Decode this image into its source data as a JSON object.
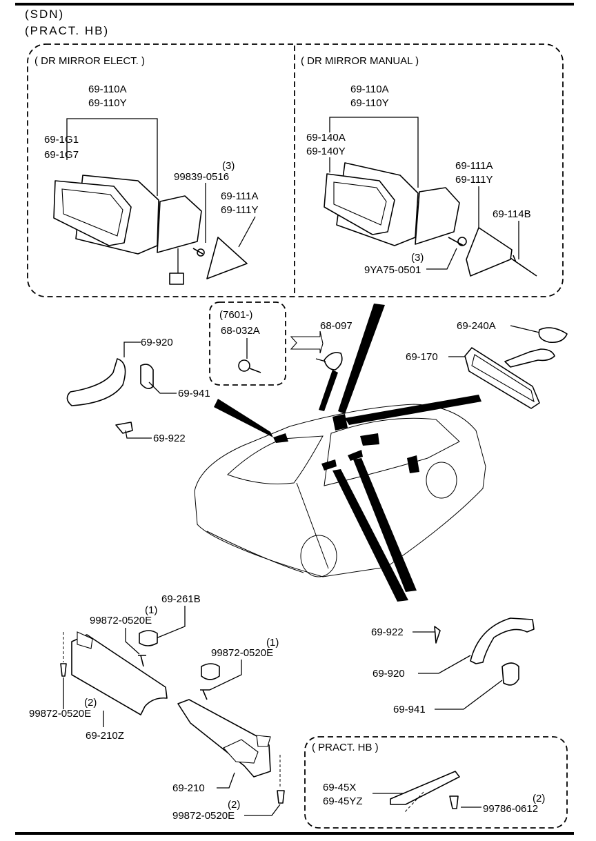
{
  "header": {
    "line1": "(SDN)",
    "line2": "(PRACT. HB)"
  },
  "sections": {
    "elect_title": "( DR MIRROR ELECT. )",
    "manual_title": "( DR MIRROR MANUAL )",
    "code_title": "(7601-)",
    "pract_title": "( PRACT. HB )"
  },
  "labels": {
    "e_110a": "69-110A",
    "e_110y": "69-110Y",
    "e_1g1": "69-1G1",
    "e_1g7": "69-1G7",
    "e_screw_qty": "(3)",
    "e_screw": "99839-0516",
    "e_111a": "69-111A",
    "e_111y": "69-111Y",
    "m_110a": "69-110A",
    "m_110y": "69-110Y",
    "m_140a": "69-140A",
    "m_140y": "69-140Y",
    "m_111a": "69-111A",
    "m_111y": "69-111Y",
    "m_114b": "69-114B",
    "m_bolt_qty": "(3)",
    "m_bolt": "9YA75-0501",
    "c_032a": "68-032A",
    "c_097": "68-097",
    "r_240a": "69-240A",
    "r_170": "69-170",
    "h_920": "69-920",
    "h_941": "69-941",
    "h_922": "69-922",
    "s_261b": "69-261B",
    "s_scr1_qty": "(1)",
    "s_scr1": "99872-0520E",
    "s_scr2_qty": "(1)",
    "s_scr2": "99872-0520E",
    "s_scr3_qty": "(2)",
    "s_scr3": "99872-0520E",
    "s_210z": "69-210Z",
    "s_210": "69-210",
    "s_scr4_qty": "(2)",
    "s_scr4": "99872-0520E",
    "rh_922": "69-922",
    "rh_920": "69-920",
    "rh_941": "69-941",
    "p_45x": "69-45X",
    "p_45yz": "69-45YZ",
    "p_scr_qty": "(2)",
    "p_scr": "99786-0612"
  }
}
